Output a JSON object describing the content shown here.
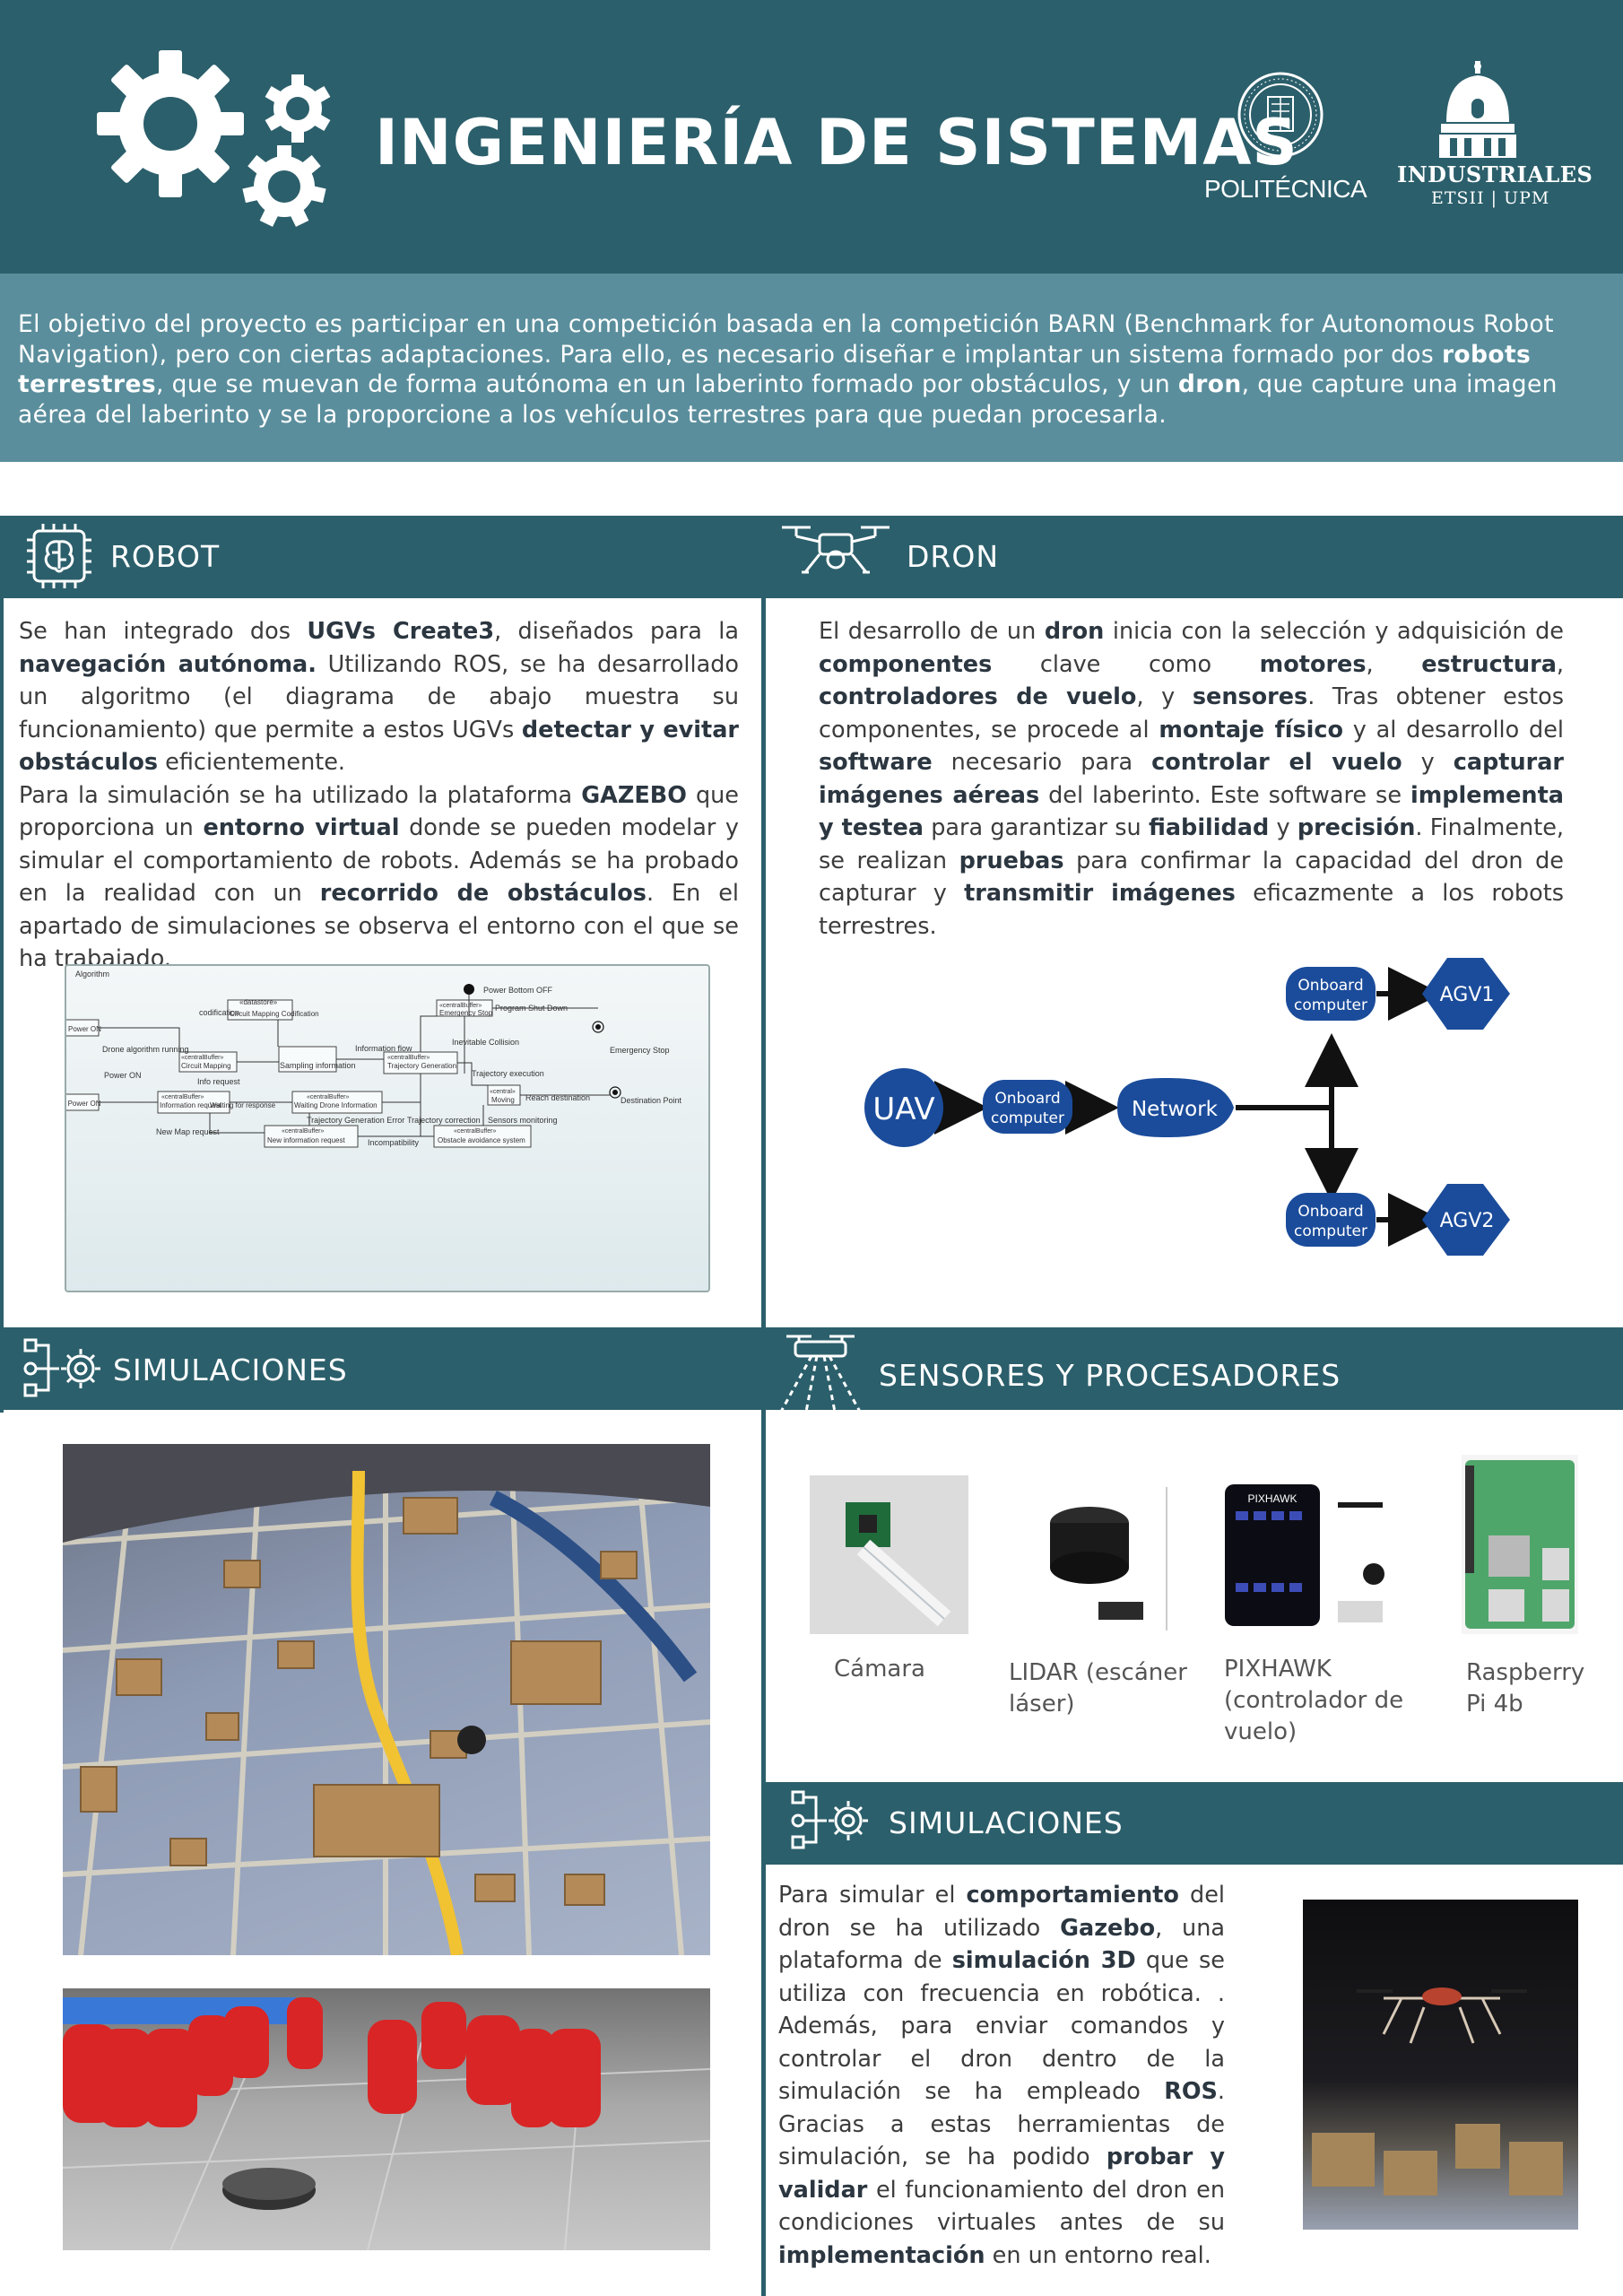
{
  "header": {
    "title": "INGENIERÍA DE SISTEMAS",
    "logo_politecnica": "POLITÉCNICA",
    "logo_industriales_main": "INDUSTRIALES",
    "logo_industriales_sub": "ETSII | UPM"
  },
  "intro": {
    "t1": "El objetivo del proyecto es participar en una competición basada en la competición BARN (Benchmark for Autonomous Robot Navigation), pero con ciertas adaptaciones. Para ello, es necesario diseñar e implantar un sistema formado por dos ",
    "b1": "robots terrestres",
    "t2": ", que se muevan de forma autónoma en un laberinto formado por obstáculos, y un ",
    "b2": "dron",
    "t3": ", que capture una imagen aérea del laberinto y se la proporcione a los vehículos terrestres para que puedan procesarla."
  },
  "robot": {
    "heading": "ROBOT",
    "p1": [
      {
        "t": "Se han integrado dos "
      },
      {
        "b": "UGVs Create3"
      },
      {
        "t": ", diseñados para la "
      },
      {
        "b": "navegación autónoma."
      },
      {
        "t": " Utilizando ROS, se ha desarrollado un algoritmo (el diagrama de abajo muestra su funcionamiento) que permite a estos UGVs "
      },
      {
        "b": "detectar y evitar obstáculos"
      },
      {
        "t": " eficientemente."
      }
    ],
    "p2": [
      {
        "t": "Para la simulación se ha utilizado la plataforma "
      },
      {
        "b": "GAZEBO"
      },
      {
        "t": "  que proporciona un "
      },
      {
        "b": "entorno virtual"
      },
      {
        "t": " donde se pueden modelar y simular el comportamiento de robots. Además se ha probado en la realidad con un "
      },
      {
        "b": "recorrido de obstáculos"
      },
      {
        "t": ". En el apartado de simulaciones se observa el entorno con el que se ha trabajado."
      }
    ]
  },
  "algorithm_diagram": {
    "title": "Algorithm",
    "labels": {
      "power_bottom_off": "Power Bottom OFF",
      "program_shut_down": "Program Shut Down",
      "emergency_stop_label": "Emergency Stop",
      "datastore": "«datastore»",
      "circuit_mapping_codification": "Circuit Mapping Codification",
      "codification": "codification",
      "central_buffer": "«centralBuffer»",
      "emergency_stop": "Emergency Stop",
      "inevitable_collision": "Inevitable Collision",
      "drone_power_on": "Drone Power ON",
      "drone_algorithm_running": "Drone algorithm running",
      "circuit_mapping": "Circuit Mapping",
      "information_flow": "Information flow",
      "trajectory_generation": "Trajectory Generation",
      "sampling_information": "Sampling information",
      "power_on": "Power ON",
      "info_request": "Info request",
      "trajectory_execution": "Trajectory execution",
      "central": "«central»",
      "moving": "Moving",
      "reach_destination": "Reach destination",
      "destination_point": "Destination Point",
      "robot_power_on": "Robot Power ON",
      "information_request": "Information request",
      "waiting_for_response": "Waiting for response",
      "waiting_drone_information": "Waiting Drone Information",
      "trajectory_generation_error": "Trajectory Generation Error",
      "trajectory_correction": "Trajectory correction",
      "sensors_monitoring": "Sensors monitoring",
      "new_map_request": "New Map request",
      "new_information_request": "New information request",
      "incompatibility": "Incompatibility",
      "obstacle_avoidance_system": "Obstacle avoidance system"
    }
  },
  "dron": {
    "heading": "DRON",
    "p1": [
      {
        "t": "El desarrollo de un "
      },
      {
        "b": "dron"
      },
      {
        "t": " inicia con la selección y adquisición de "
      },
      {
        "b": "componentes"
      },
      {
        "t": " clave como "
      },
      {
        "b": "motores"
      },
      {
        "t": ", "
      },
      {
        "b": "estructura"
      },
      {
        "t": ", "
      },
      {
        "b": "controladores de vuelo"
      },
      {
        "t": ", y "
      },
      {
        "b": "sensores"
      },
      {
        "t": ". Tras obtener estos componentes, se procede al "
      },
      {
        "b": "montaje físico"
      },
      {
        "t": " y al desarrollo del "
      },
      {
        "b": "software"
      },
      {
        "t": " necesario para "
      },
      {
        "b": "controlar el vuelo"
      },
      {
        "t": " y "
      },
      {
        "b": "capturar imágenes aéreas"
      },
      {
        "t": " del laberinto. Este software se "
      },
      {
        "b": "implementa y testea"
      },
      {
        "t": " para garantizar su "
      },
      {
        "b": "fiabilidad"
      },
      {
        "t": " y "
      },
      {
        "b": "precisión"
      },
      {
        "t": ". Finalmente, se realizan "
      },
      {
        "b": "pruebas"
      },
      {
        "t": " para confirmar la capacidad del dron de capturar y "
      },
      {
        "b": "transmitir imágenes"
      },
      {
        "t": " eficazmente a los robots terrestres."
      }
    ]
  },
  "network_diagram": {
    "uav": "UAV",
    "onboard_line1": "Onboard",
    "onboard_line2": "computer",
    "network": "Network",
    "agv1": "AGV1",
    "agv2": "AGV2",
    "color": "#1b4c9b"
  },
  "simulaciones_left": {
    "heading": "SIMULACIONES"
  },
  "sensores": {
    "heading": "SENSORES Y PROCESADORES",
    "items": [
      {
        "label": "Cámara"
      },
      {
        "label": "LIDAR (escáner láser)"
      },
      {
        "label": "PIXHAWK (controlador de vuelo)"
      },
      {
        "label": "Raspberry Pi 4b"
      }
    ],
    "pixhawk_print": "PIXHAWK"
  },
  "simulaciones_right": {
    "heading": "SIMULACIONES",
    "p1": [
      {
        "t": "Para simular el "
      },
      {
        "b": "comportamiento"
      },
      {
        "t": " del dron se ha utilizado "
      },
      {
        "b": "Gazebo"
      },
      {
        "t": ", una plataforma de "
      },
      {
        "b": "simulación 3D"
      },
      {
        "t": " que se utiliza con frecuencia en robótica. . Además, para enviar comandos y controlar el dron dentro de la simulación se ha empleado "
      },
      {
        "b": "ROS"
      },
      {
        "t": ". Gracias a estas herramientas de simulación, se ha podido "
      },
      {
        "b": "probar y validar"
      },
      {
        "t": " el funcionamiento del dron en condiciones virtuales antes de su "
      },
      {
        "b": "implementación"
      },
      {
        "t": " en un entorno real."
      }
    ]
  },
  "colors": {
    "dark_teal": "#2b5f6b",
    "mid_teal": "#5a8e9c",
    "diagram_blue": "#1b4c9b"
  }
}
